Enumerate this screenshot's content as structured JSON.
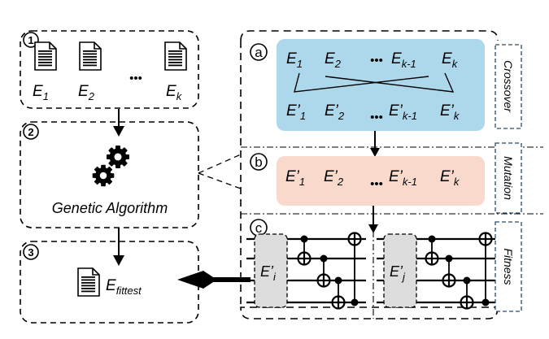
{
  "steps": {
    "s1": {
      "number": "1",
      "files": [
        {
          "base": "E",
          "sub": "1"
        },
        {
          "base": "E",
          "sub": "2"
        },
        {
          "base": "E",
          "sub": "k"
        }
      ],
      "ellipsis": "•••"
    },
    "s2": {
      "number": "2",
      "label": "Genetic Algorithm"
    },
    "s3": {
      "number": "3",
      "base": "E",
      "sub": "fittest"
    }
  },
  "panel_a": {
    "letter": "a",
    "top_row": [
      {
        "base": "E",
        "sub": "1"
      },
      {
        "base": "E",
        "sub": "2"
      },
      {
        "base": "E",
        "sub": "k-1"
      },
      {
        "base": "E",
        "sub": "k"
      }
    ],
    "bottom_row": [
      {
        "base": "E’",
        "sub": "1"
      },
      {
        "base": "E’",
        "sub": "2"
      },
      {
        "base": "E’",
        "sub": "k-1"
      },
      {
        "base": "E’",
        "sub": "k"
      }
    ],
    "ellipsis": "•••",
    "side_label": "Crossover",
    "fill": "#add8ec"
  },
  "panel_b": {
    "letter": "b",
    "row": [
      {
        "base": "E’",
        "sub": "1",
        "color": "#000000"
      },
      {
        "base": "E’",
        "sub": "2",
        "color": "#e00000"
      },
      {
        "base": "E’",
        "sub": "k-1",
        "color": "#000000"
      },
      {
        "base": "E’",
        "sub": "k",
        "color": "#000000"
      }
    ],
    "ellipsis": "•••",
    "side_label": "Mutation",
    "fill": "#f8d9cb"
  },
  "panel_c": {
    "letter": "c",
    "circuits": [
      {
        "base": "E’",
        "sub": "i"
      },
      {
        "base": "E’",
        "sub": "j"
      }
    ],
    "side_label": "Fitness"
  }
}
